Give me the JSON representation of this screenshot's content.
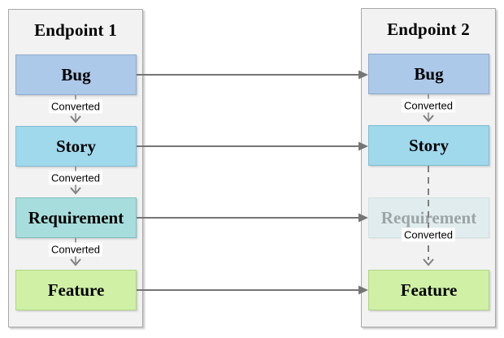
{
  "diagram": {
    "description": "Work item type conversion flows synchronized between two endpoints",
    "colors": {
      "arrow": "#757575",
      "chevron": "#7f7f7f",
      "panel_fill": "#f2f2f2",
      "panel_border": "#a8a8a8",
      "label_bg": "#ffffff"
    },
    "endpoint1": {
      "title": "Endpoint 1",
      "boxes": [
        {
          "label": "Bug",
          "fill": "#adc9e9",
          "border": "#8fa9c9",
          "text": "#000000"
        },
        {
          "label": "Story",
          "fill": "#a0d8ec",
          "border": "#81bcd2",
          "text": "#000000"
        },
        {
          "label": "Requirement",
          "fill": "#a7dedd",
          "border": "#7fbdbd",
          "text": "#000000"
        },
        {
          "label": "Feature",
          "fill": "#d0f0a6",
          "border": "#afd483",
          "text": "#000000"
        }
      ],
      "conversions": [
        {
          "from": "Bug",
          "to": "Story",
          "label": "Converted",
          "style": "solid"
        },
        {
          "from": "Story",
          "to": "Requirement",
          "label": "Converted",
          "style": "solid"
        },
        {
          "from": "Requirement",
          "to": "Feature",
          "label": "Converted",
          "style": "solid"
        }
      ]
    },
    "endpoint2": {
      "title": "Endpoint 2",
      "boxes": [
        {
          "label": "Bug",
          "fill": "#adc9e9",
          "border": "#8fa9c9",
          "text": "#000000"
        },
        {
          "label": "Story",
          "fill": "#a0d8ec",
          "border": "#81bcd2",
          "text": "#000000"
        },
        {
          "label": "Requirement",
          "fill": "#e1ecee",
          "border": "#d2e1e3",
          "text": "#9ba4a6",
          "disabled": true
        },
        {
          "label": "Feature",
          "fill": "#d0f0a6",
          "border": "#afd483",
          "text": "#000000"
        }
      ],
      "conversions": [
        {
          "from": "Bug",
          "to": "Story",
          "label": "Converted",
          "style": "solid"
        },
        {
          "from": "Story",
          "to": "Feature",
          "label": "Converted",
          "style": "dashed"
        }
      ]
    },
    "sync_arrows": [
      {
        "from": "Endpoint 1 / Bug",
        "to": "Endpoint 2 / Bug",
        "style": "solid"
      },
      {
        "from": "Endpoint 1 / Story",
        "to": "Endpoint 2 / Story",
        "style": "solid"
      },
      {
        "from": "Endpoint 1 / Requirement",
        "to": "Endpoint 2 / Requirement",
        "style": "solid"
      },
      {
        "from": "Endpoint 1 / Feature",
        "to": "Endpoint 2 / Feature",
        "style": "solid"
      }
    ]
  }
}
